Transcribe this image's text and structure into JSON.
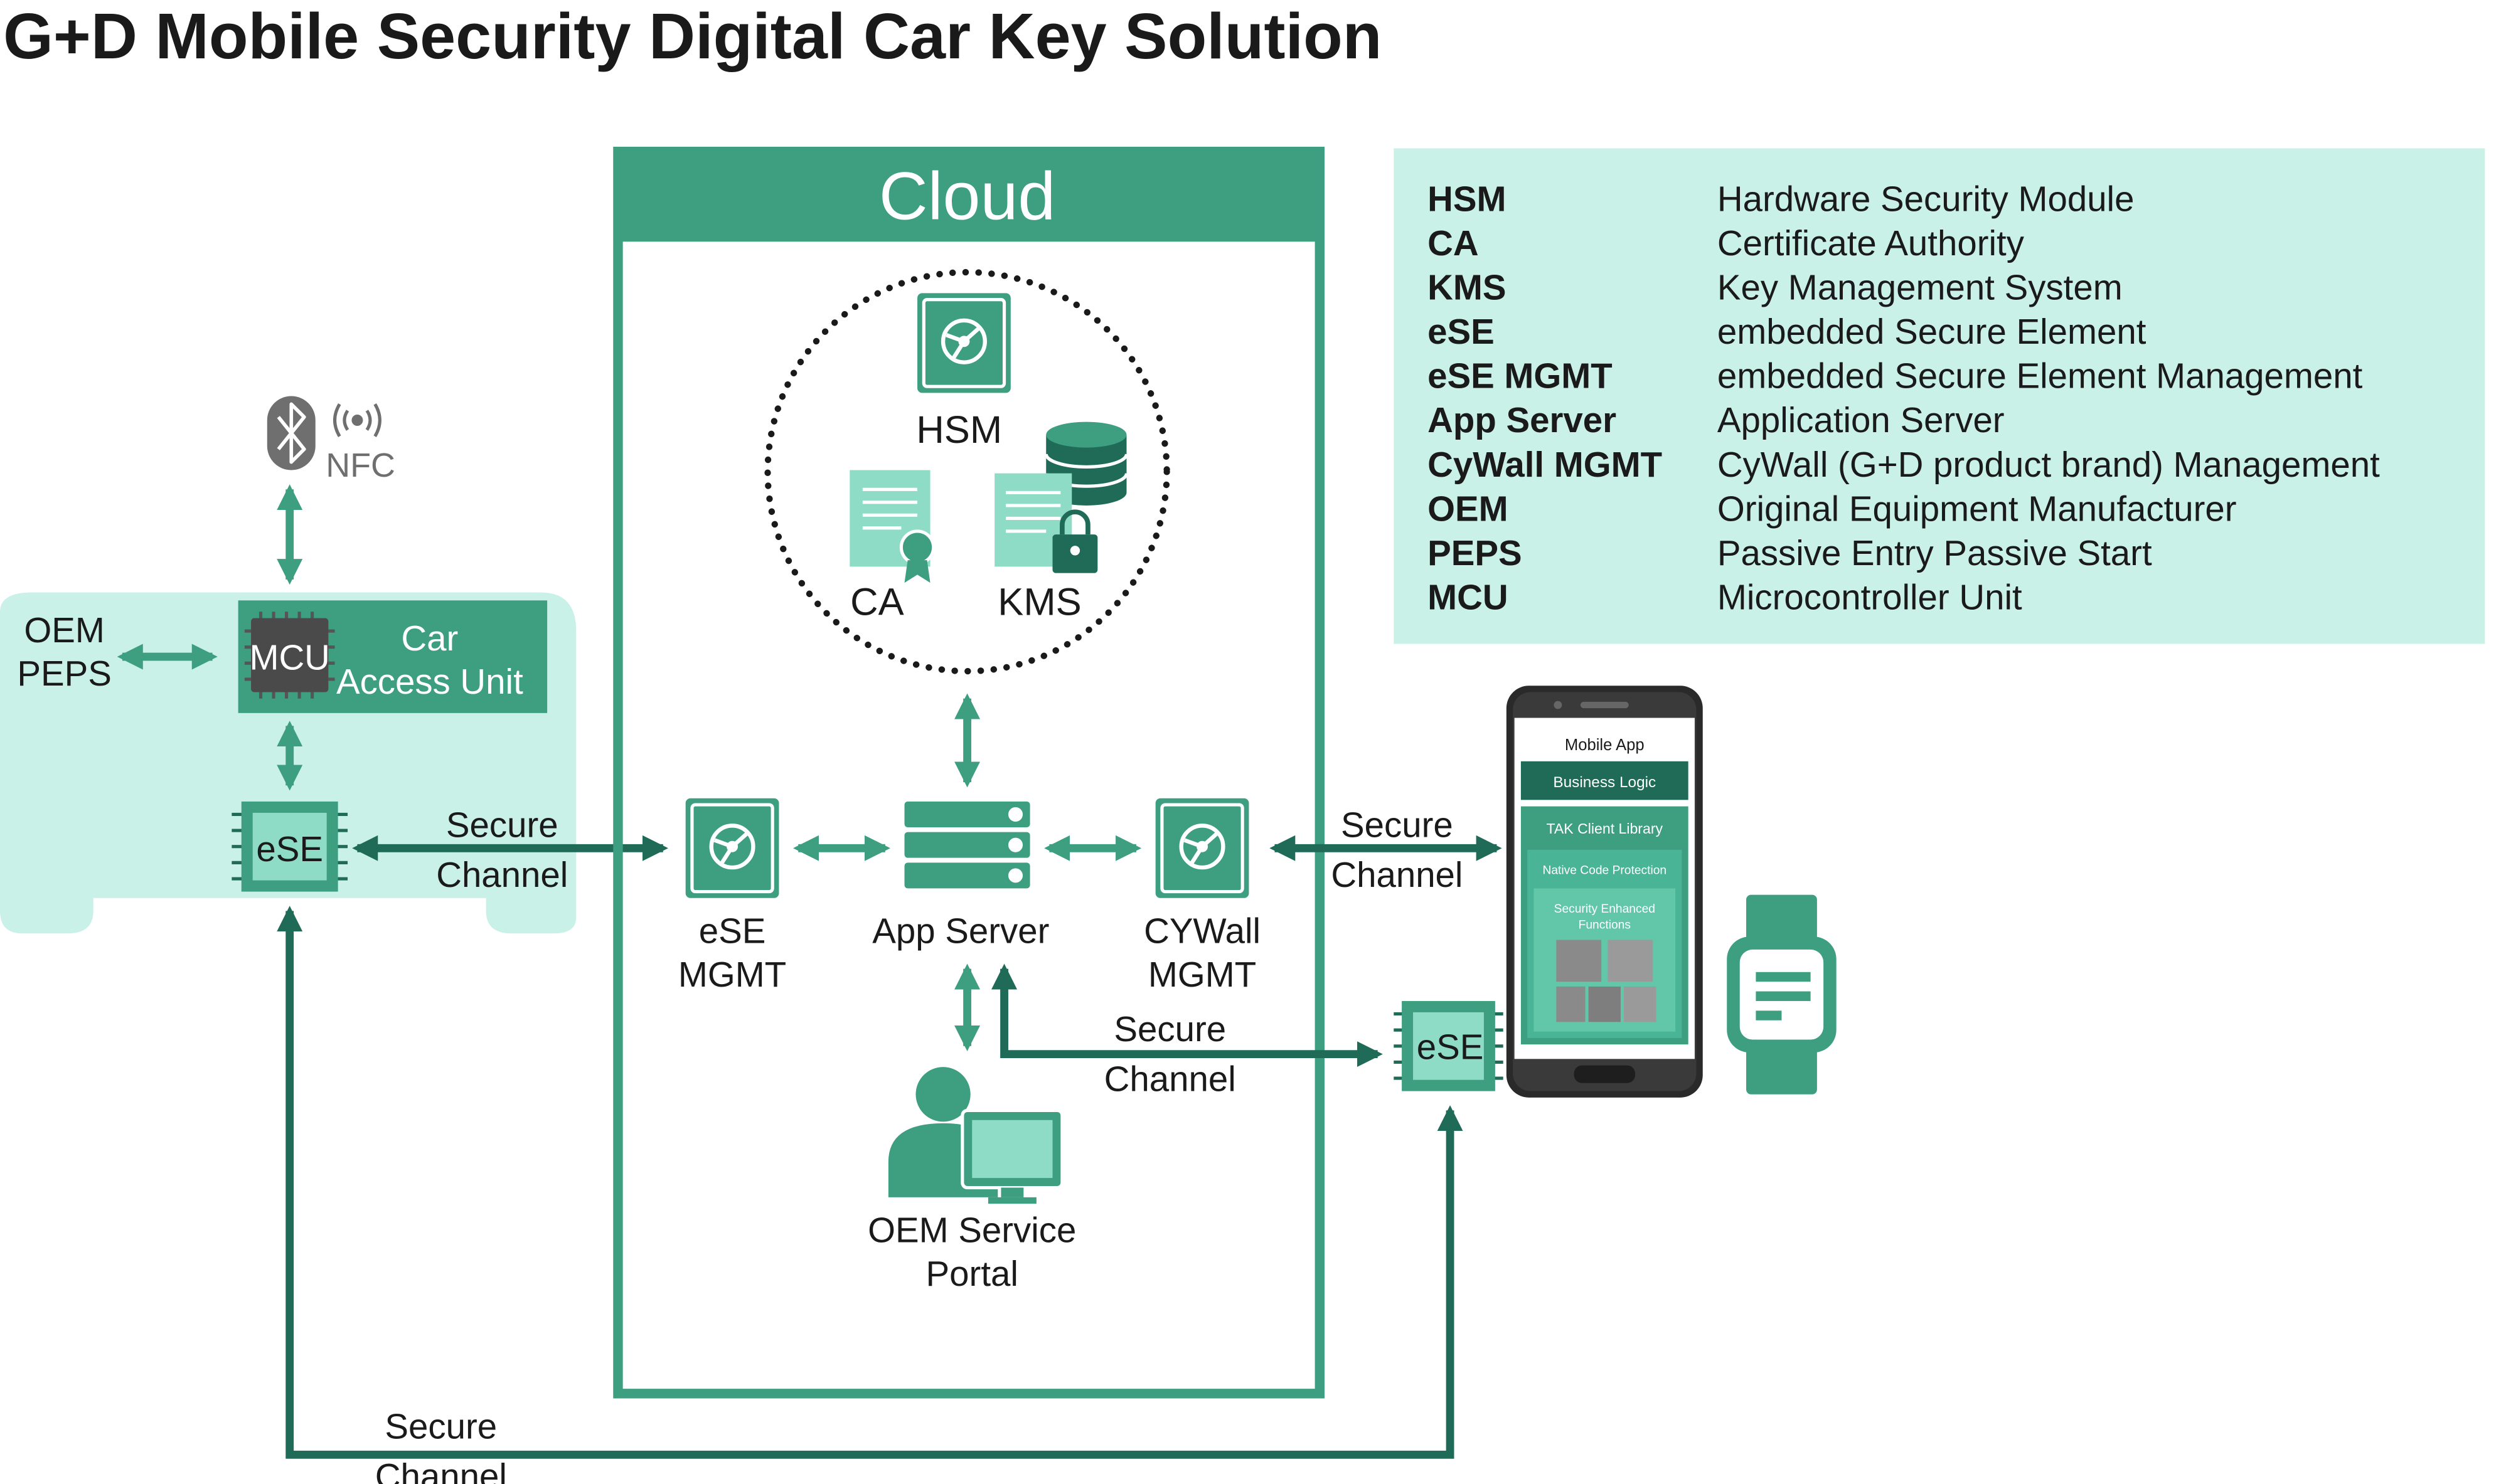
{
  "title": "G+D Mobile Security Digital Car Key Solution",
  "colors": {
    "dark": "#1f6b58",
    "mid": "#3d9e80",
    "light": "#8fdcc6",
    "pale": "#c9f1e7",
    "gray": "#6f6f6f",
    "text": "#1a1a1a"
  },
  "cloud": {
    "title": "Cloud",
    "hsm": "HSM",
    "ca": "CA",
    "kms": "KMS",
    "ese_mgmt": [
      "eSE",
      "MGMT"
    ],
    "app_server": "App Server",
    "cywall_mgmt": [
      "CYWall",
      "MGMT"
    ],
    "oem_portal": [
      "OEM Service",
      "Portal"
    ]
  },
  "car": {
    "oem_peps": [
      "OEM",
      "PEPS"
    ],
    "nfc": "NFC",
    "mcu": "MCU",
    "access_unit": [
      "Car",
      "Access Unit"
    ],
    "ese": "eSE"
  },
  "phone": {
    "ese": "eSE",
    "screen": {
      "app_title": "Mobile App",
      "business_logic": "Business Logic",
      "tak_library": "TAK Client Library",
      "native_protection": "Native Code Protection",
      "security_functions": [
        "Security Enhanced",
        "Functions"
      ]
    }
  },
  "channels": {
    "car_cloud": [
      "Secure",
      "Channel"
    ],
    "cloud_phone": [
      "Secure",
      "Channel"
    ],
    "app_ese": [
      "Secure",
      "Channel"
    ],
    "bottom": [
      "Secure",
      "Channel"
    ]
  },
  "legend": [
    {
      "abbr": "HSM",
      "desc": "Hardware Security Module"
    },
    {
      "abbr": "CA",
      "desc": "Certificate Authority"
    },
    {
      "abbr": "KMS",
      "desc": "Key Management System"
    },
    {
      "abbr": "eSE",
      "desc": "embedded Secure Element"
    },
    {
      "abbr": "eSE MGMT",
      "desc": "embedded Secure Element Management"
    },
    {
      "abbr": "App Server",
      "desc": "Application Server"
    },
    {
      "abbr": "CyWall MGMT",
      "desc": "CyWall (G+D product brand) Management"
    },
    {
      "abbr": "OEM",
      "desc": "Original Equipment Manufacturer"
    },
    {
      "abbr": "PEPS",
      "desc": "Passive Entry Passive Start"
    },
    {
      "abbr": "MCU",
      "desc": "Microcontroller Unit"
    }
  ]
}
